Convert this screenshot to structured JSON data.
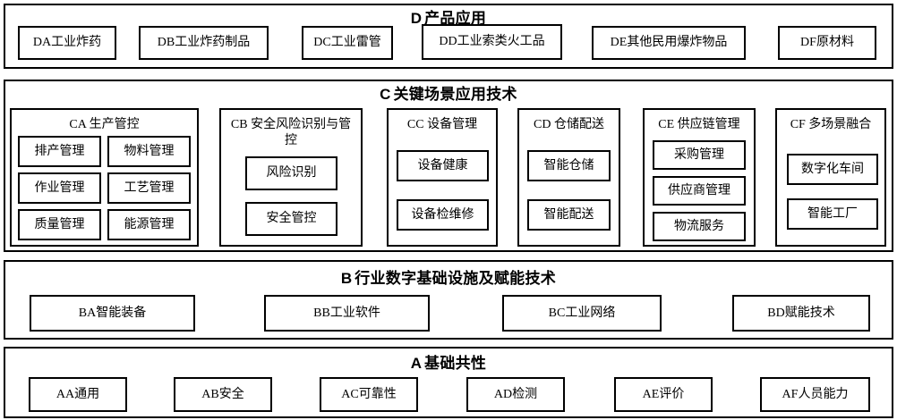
{
  "diagram": {
    "title_layers": [
      "D",
      "C",
      "B",
      "A"
    ],
    "colors": {
      "border": "#000000",
      "background": "#ffffff",
      "text": "#000000"
    }
  },
  "layer_d": {
    "tag": "D",
    "title": "产品应用",
    "items": [
      {
        "label": "DA工业炸药"
      },
      {
        "label": "DB工业炸药制品"
      },
      {
        "label": "DC工业雷管"
      },
      {
        "label": "DD工业索类火工品"
      },
      {
        "label": "DE其他民用爆炸物品"
      },
      {
        "label": "DF原材料"
      }
    ]
  },
  "layer_c": {
    "tag": "C",
    "title": "关键场景应用技术",
    "groups": [
      {
        "title": "CA  生产管控",
        "items": [
          {
            "label": "排产管理"
          },
          {
            "label": "物料管理"
          },
          {
            "label": "作业管理"
          },
          {
            "label": "工艺管理"
          },
          {
            "label": "质量管理"
          },
          {
            "label": "能源管理"
          }
        ]
      },
      {
        "title": "CB  安全风险识别与管控",
        "items": [
          {
            "label": "风险识别"
          },
          {
            "label": "安全管控"
          }
        ]
      },
      {
        "title": "CC  设备管理",
        "items": [
          {
            "label": "设备健康"
          },
          {
            "label": "设备检维修"
          }
        ]
      },
      {
        "title": "CD  仓储配送",
        "items": [
          {
            "label": "智能仓储"
          },
          {
            "label": "智能配送"
          }
        ]
      },
      {
        "title": "CE  供应链管理",
        "items": [
          {
            "label": "采购管理"
          },
          {
            "label": "供应商管理"
          },
          {
            "label": "物流服务"
          }
        ]
      },
      {
        "title": "CF  多场景融合",
        "items": [
          {
            "label": "数字化车间"
          },
          {
            "label": "智能工厂"
          }
        ]
      }
    ]
  },
  "layer_b": {
    "tag": "B",
    "title": "行业数字基础设施及赋能技术",
    "items": [
      {
        "label": "BA智能装备"
      },
      {
        "label": "BB工业软件"
      },
      {
        "label": "BC工业网络"
      },
      {
        "label": "BD赋能技术"
      }
    ]
  },
  "layer_a": {
    "tag": "A",
    "title": "基础共性",
    "items": [
      {
        "label": "AA通用"
      },
      {
        "label": "AB安全"
      },
      {
        "label": "AC可靠性"
      },
      {
        "label": "AD检测"
      },
      {
        "label": "AE评价"
      },
      {
        "label": "AF人员能力"
      }
    ]
  }
}
